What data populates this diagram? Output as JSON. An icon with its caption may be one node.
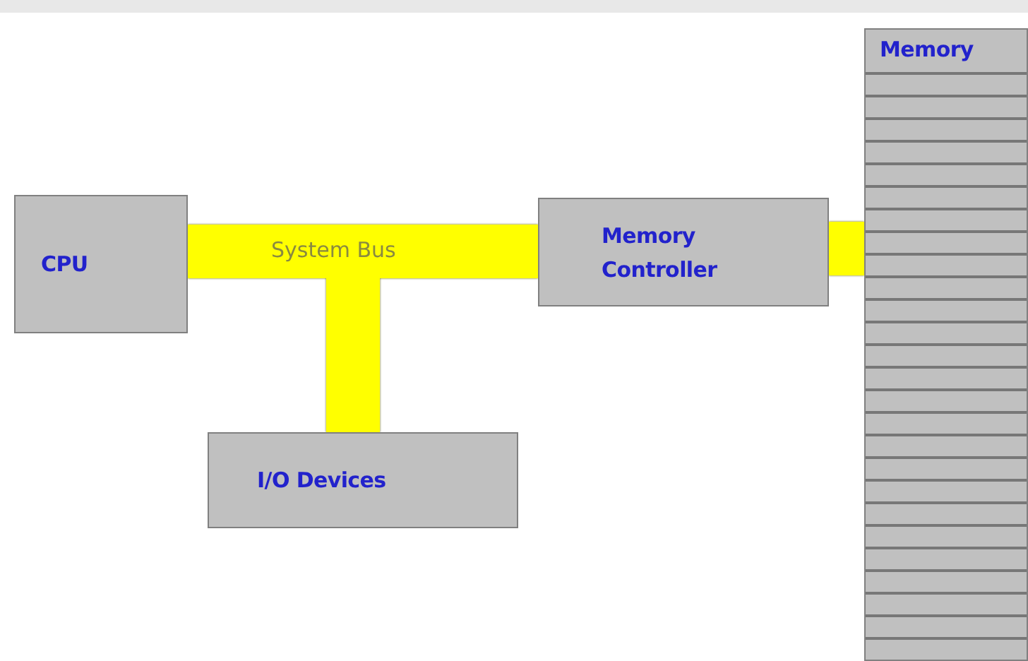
{
  "diagram": {
    "nodes": [
      {
        "text": [
          "CPU"
        ]
      },
      {
        "text": [
          "Memory Controller"
        ]
      },
      {
        "text": [
          "I/O Devices"
        ]
      },
      {
        "text": [
          "Memory"
        ]
      }
    ],
    "edges": [
      {
        "from": 0,
        "to": 1,
        "arrow": "none",
        "label": "System Bus"
      },
      {
        "from": 0,
        "to": 2,
        "arrow": "none"
      },
      {
        "from": 1,
        "to": 2,
        "arrow": "none"
      },
      {
        "from": 1,
        "to": 3,
        "arrow": "none"
      }
    ]
  }
}
